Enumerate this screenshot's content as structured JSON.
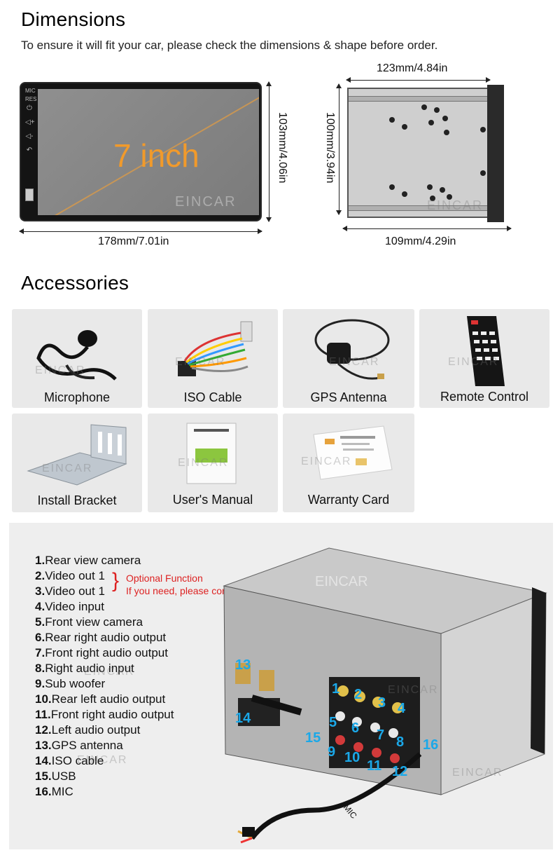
{
  "dimensions": {
    "title": "Dimensions",
    "subtitle": "To ensure it will fit your car, please check the dimensions & shape before order.",
    "screen_text": "7 inch",
    "front_width": "178mm/7.01in",
    "front_height": "103mm/4.06in",
    "side_width_top": "123mm/4.84in",
    "side_height": "100mm/3.94in",
    "side_width_bottom": "109mm/4.29in",
    "watermark": "EINCAR"
  },
  "accessories": {
    "title": "Accessories",
    "items": [
      {
        "label": "Microphone",
        "icon": "microphone-icon"
      },
      {
        "label": "ISO Cable",
        "icon": "iso-cable-icon"
      },
      {
        "label": "GPS Antenna",
        "icon": "gps-antenna-icon"
      },
      {
        "label": "Remote Control",
        "icon": "remote-control-icon"
      },
      {
        "label": "Install Bracket",
        "icon": "install-bracket-icon"
      },
      {
        "label": "User's Manual",
        "icon": "users-manual-icon"
      },
      {
        "label": "Warranty Card",
        "icon": "warranty-card-icon"
      }
    ]
  },
  "connections": {
    "items": [
      {
        "num": "1.",
        "text": "Rear view camera"
      },
      {
        "num": "2.",
        "text": "Video out 1"
      },
      {
        "num": "3.",
        "text": "Video out 1"
      },
      {
        "num": "4.",
        "text": "Video input"
      },
      {
        "num": "5.",
        "text": "Front view camera"
      },
      {
        "num": "6.",
        "text": "Rear right audio output"
      },
      {
        "num": "7.",
        "text": "Front right audio output"
      },
      {
        "num": "8.",
        "text": "Right audio input"
      },
      {
        "num": "9.",
        "text": "Sub woofer"
      },
      {
        "num": "10.",
        "text": "Rear left audio output"
      },
      {
        "num": "11.",
        "text": "Front right audio output"
      },
      {
        "num": "12.",
        "text": "Left audio output"
      },
      {
        "num": "13.",
        "text": "GPS antenna"
      },
      {
        "num": "14.",
        "text": "ISO cable"
      },
      {
        "num": "15.",
        "text": "USB"
      },
      {
        "num": "16.",
        "text": "MIC"
      }
    ],
    "optional_line1": "Optional Function",
    "optional_line2": "If you need, please contact us to buy!",
    "mic_label": "MIC",
    "tags": [
      "1",
      "2",
      "3",
      "4",
      "5",
      "6",
      "7",
      "8",
      "9",
      "10",
      "11",
      "12",
      "13",
      "14",
      "15",
      "16"
    ],
    "tag_color": "#1ba8e8",
    "optional_color": "#dd2222"
  }
}
